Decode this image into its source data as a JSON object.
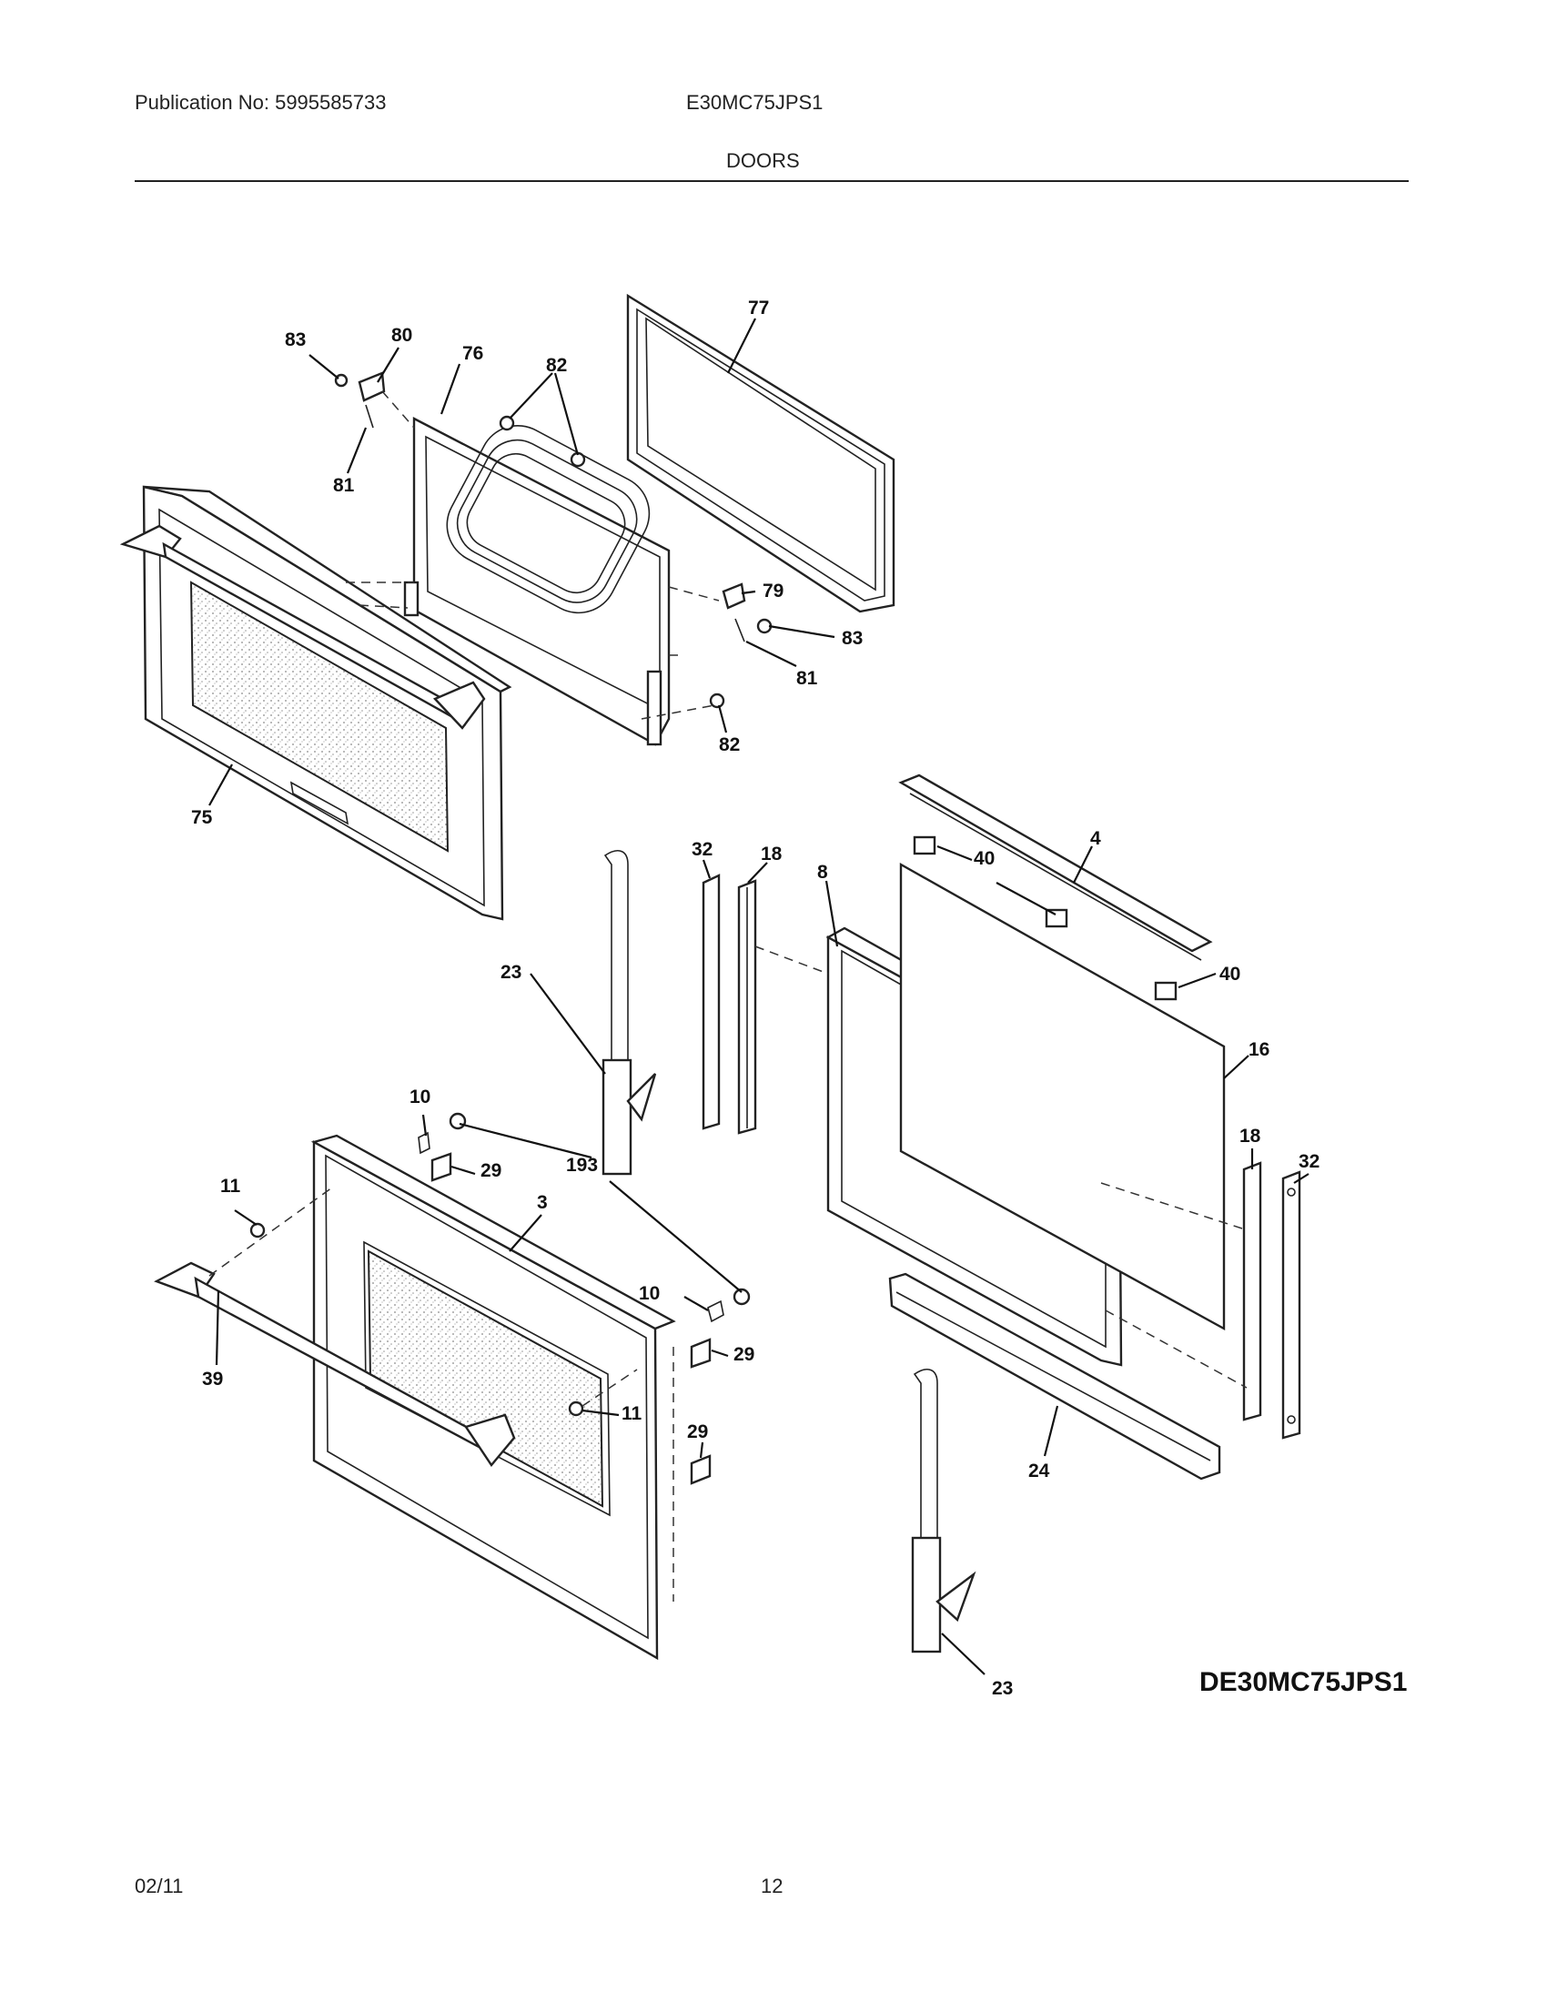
{
  "header": {
    "publication": "Publication No: 5995585733",
    "model": "E30MC75JPS1",
    "section_title": "DOORS"
  },
  "diagram": {
    "diagram_id": "DE30MC75JPS1",
    "callouts": {
      "c83a": "83",
      "c80": "80",
      "c76": "76",
      "c82a": "82",
      "c77": "77",
      "c81a": "81",
      "c79": "79",
      "c83b": "83",
      "c81b": "81",
      "c82b": "82",
      "c75": "75",
      "c32a": "32",
      "c18a": "18",
      "c8": "8",
      "c4": "4",
      "c40a": "40",
      "c40b": "40",
      "c23a": "23",
      "c16": "16",
      "c10a": "10",
      "c193": "193",
      "c29a": "29",
      "c11a": "11",
      "c3": "3",
      "c10b": "10",
      "c18b": "18",
      "c32b": "32",
      "c29b": "29",
      "c39": "39",
      "c11b": "11",
      "c29c": "29",
      "c24": "24",
      "c23b": "23"
    }
  },
  "footer": {
    "date": "02/11",
    "page": "12"
  }
}
